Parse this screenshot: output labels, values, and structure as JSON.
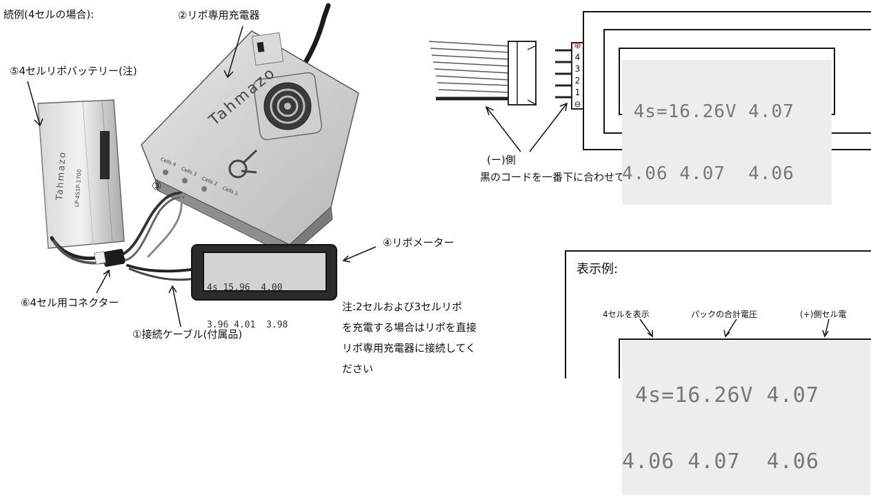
{
  "example_heading": "続例(4セルの場合):",
  "labels": {
    "charger": "②リポ専用充電器",
    "battery": "⑤4セルリポバッテリー(注)",
    "balance_port": "③",
    "meter": "④リポメーター",
    "connector": "⑥4セル用コネクター",
    "cable": "①接続ケーブル(付属品)"
  },
  "note_lines": [
    "注:2セルおよび3セルリポ",
    "を充電する場合はリポを直接",
    "リポ専用充電器に接続してく",
    "ださい"
  ],
  "charger_device": {
    "brand": "Tahmazo",
    "port_labels": [
      "Cells 4",
      "Cells 3",
      "Cells 2",
      "Cells 1"
    ]
  },
  "battery_device": {
    "brand": "Tahmazo",
    "model": "LP-4S1P-1700"
  },
  "small_meter": {
    "line1": "4s 15.96  4.00",
    "line2": "3.96 4.01  3.98"
  },
  "wiring": {
    "polarity_label": "(ー)側",
    "instruction": "黒のコードを一番下に合わせて接続",
    "pin_labels": [
      "⊕",
      "4",
      "3",
      "2",
      "1",
      "⊖"
    ]
  },
  "lcd_main": {
    "line1": " 4s=16.26V 4.07 ",
    "line2": "4.06 4.07  4.06 "
  },
  "display_example": {
    "title": "表示例:",
    "annot_cells": "4セルを表示",
    "annot_total": "パックの合計電圧",
    "annot_plus": "(+)側セル電",
    "line1": " 4s=16.26V 4.07 ",
    "line2": "4.06 4.07  4.06 "
  }
}
